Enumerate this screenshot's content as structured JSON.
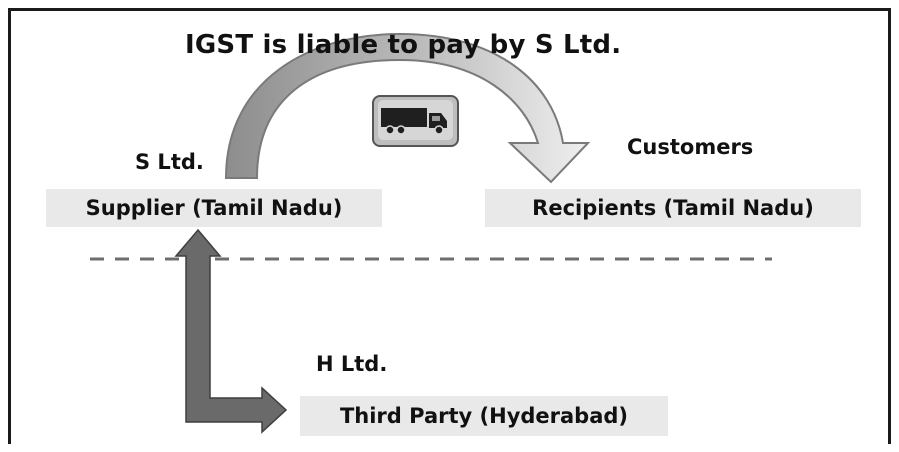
{
  "title": "IGST is liable to pay by S Ltd.",
  "supplier": {
    "tag": "S Ltd.",
    "box_label": "Supplier (Tamil Nadu)"
  },
  "recipient": {
    "tag": "Customers",
    "box_label": "Recipients (Tamil Nadu)"
  },
  "third_party": {
    "tag": "H Ltd.",
    "box_label": "Third Party (Hyderabad)"
  },
  "icons": {
    "transport": "truck-icon"
  },
  "colors": {
    "box_fill": "#e9e9e9",
    "arrow_dark": "#6a6a6a",
    "arrow_light": "#a9a9a9",
    "dashed_line": "#6e6e6e"
  }
}
